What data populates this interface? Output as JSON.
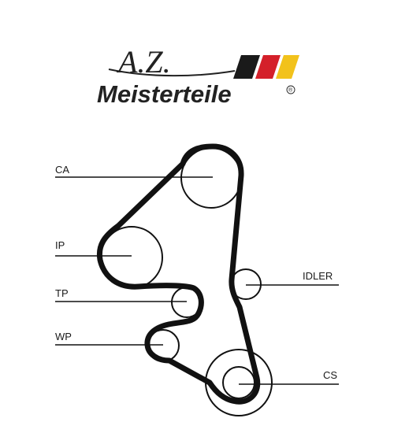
{
  "logo": {
    "initials": "A.Z.",
    "brand": "Meisterteile",
    "registered_mark": "®",
    "stripe_colors": [
      "#1a1a1a",
      "#d4202a",
      "#f2c21b"
    ]
  },
  "diagram": {
    "belt_color": "#111111",
    "components": {
      "ca": "CA",
      "ip": "IP",
      "tp": "TP",
      "wp": "WP",
      "idler": "IDLER",
      "cs": "CS"
    }
  }
}
